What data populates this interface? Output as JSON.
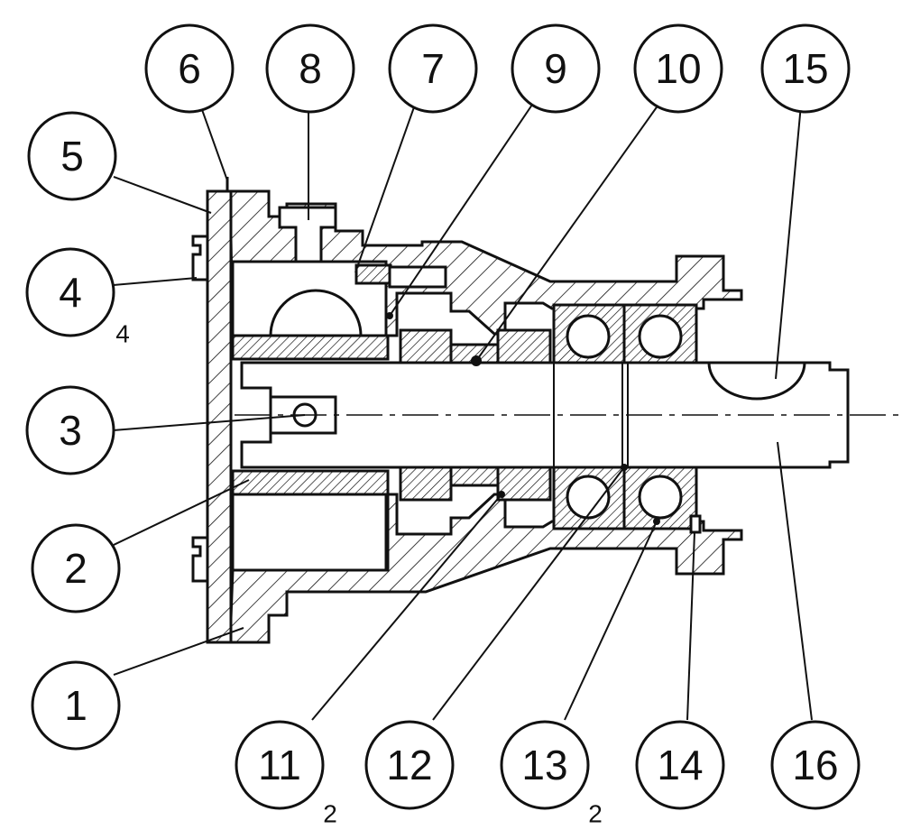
{
  "callouts": [
    {
      "id": "1",
      "label": "1"
    },
    {
      "id": "2",
      "label": "2"
    },
    {
      "id": "3",
      "label": "3"
    },
    {
      "id": "4",
      "label": "4",
      "qty": "4"
    },
    {
      "id": "5",
      "label": "5"
    },
    {
      "id": "6",
      "label": "6"
    },
    {
      "id": "7",
      "label": "7"
    },
    {
      "id": "8",
      "label": "8"
    },
    {
      "id": "9",
      "label": "9"
    },
    {
      "id": "10",
      "label": "10"
    },
    {
      "id": "11",
      "label": "11",
      "qty": "2"
    },
    {
      "id": "12",
      "label": "12"
    },
    {
      "id": "13",
      "label": "13",
      "qty": "2"
    },
    {
      "id": "14",
      "label": "14"
    },
    {
      "id": "15",
      "label": "15"
    },
    {
      "id": "16",
      "label": "16"
    }
  ]
}
